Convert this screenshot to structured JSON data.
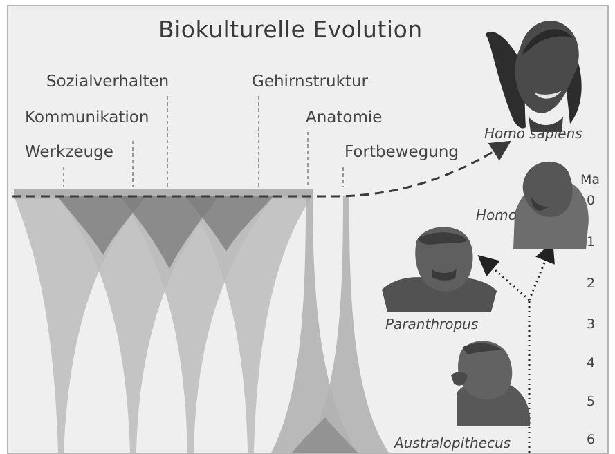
{
  "title": "Biokulturelle Evolution",
  "categories": [
    "Sozialverhalten",
    "Kommunikation",
    "Werkzeuge",
    "Gehirnstruktur",
    "Anatomie",
    "Fortbewegung"
  ],
  "species": [
    "Homo sapiens",
    "Homo",
    "Paranthropus",
    "Australopithecus"
  ],
  "time_axis": {
    "unit": "Ma",
    "ticks": [
      "0",
      "1",
      "2",
      "3",
      "4",
      "5",
      "6"
    ]
  },
  "colors": {
    "background": "#efefef",
    "cone_light": "#b9b9b9",
    "cone_dark": "#7d7d7d",
    "dashed_lines": "#4a4a4a"
  }
}
